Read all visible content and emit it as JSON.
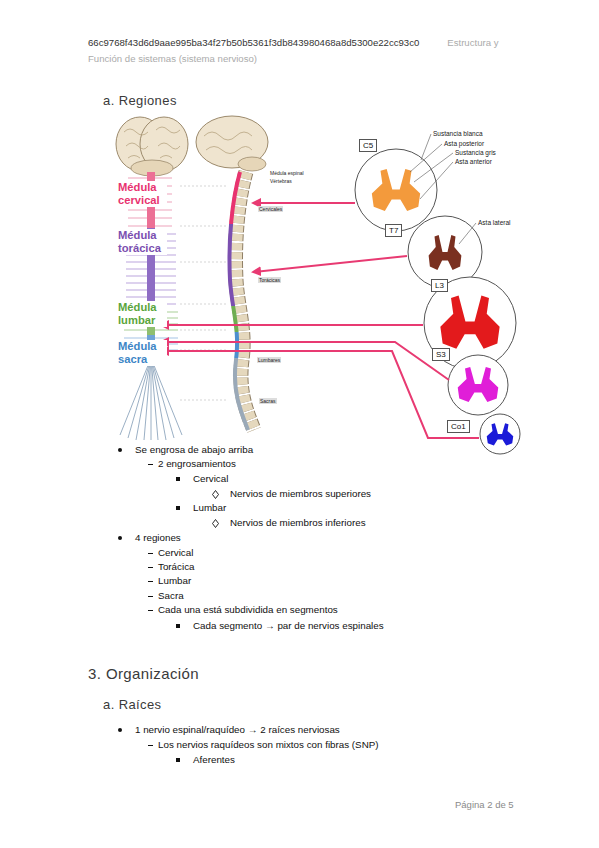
{
  "diagram": {
    "nodes": [
      {
        "text": [
          "C5"
        ]
      },
      {
        "text": [
          "T7"
        ]
      },
      {
        "text": [
          "L3"
        ]
      },
      {
        "text": [
          "S3"
        ]
      },
      {
        "text": [
          "Co1"
        ]
      }
    ],
    "labels": [
      "66c9768f43d6d9aae995ba34f27b50b5361f3db843980468a8d5300e22cc93c0",
      "Estructura y Función de sistemas (sistema nervioso)",
      "a. Regiones",
      "Médula cervical",
      "Médula torácica",
      "Médula lumbar",
      "Médula sacra",
      "Sustancia blanca",
      "Asta posterior",
      "Sustancia gris",
      "Asta anterior",
      "Asta lateral",
      "Se engrosa de abajo arriba",
      "2 engrosamientos",
      "Cervical",
      "Nervios de miembros superiores",
      "Lumbar",
      "Nervios de miembros inferiores",
      "4 regiones",
      "Cervical",
      "Torácica",
      "Lumbar",
      "Sacra",
      "Cada una está subdividida en segmentos",
      "Cada segmento → par de nervios espinales",
      "3. Organización",
      "a. Raíces",
      "1 nervio espinal/raquídeo → 2 raíces nerviosas",
      "Los nervios raquídeos son mixtos con fibras (SNP)",
      "Aferentes",
      "Página 2 de 5",
      "Cervicales",
      "Torácicas",
      "Lumbares",
      "Sacras",
      "Médula espinal",
      "Vértebras"
    ]
  }
}
